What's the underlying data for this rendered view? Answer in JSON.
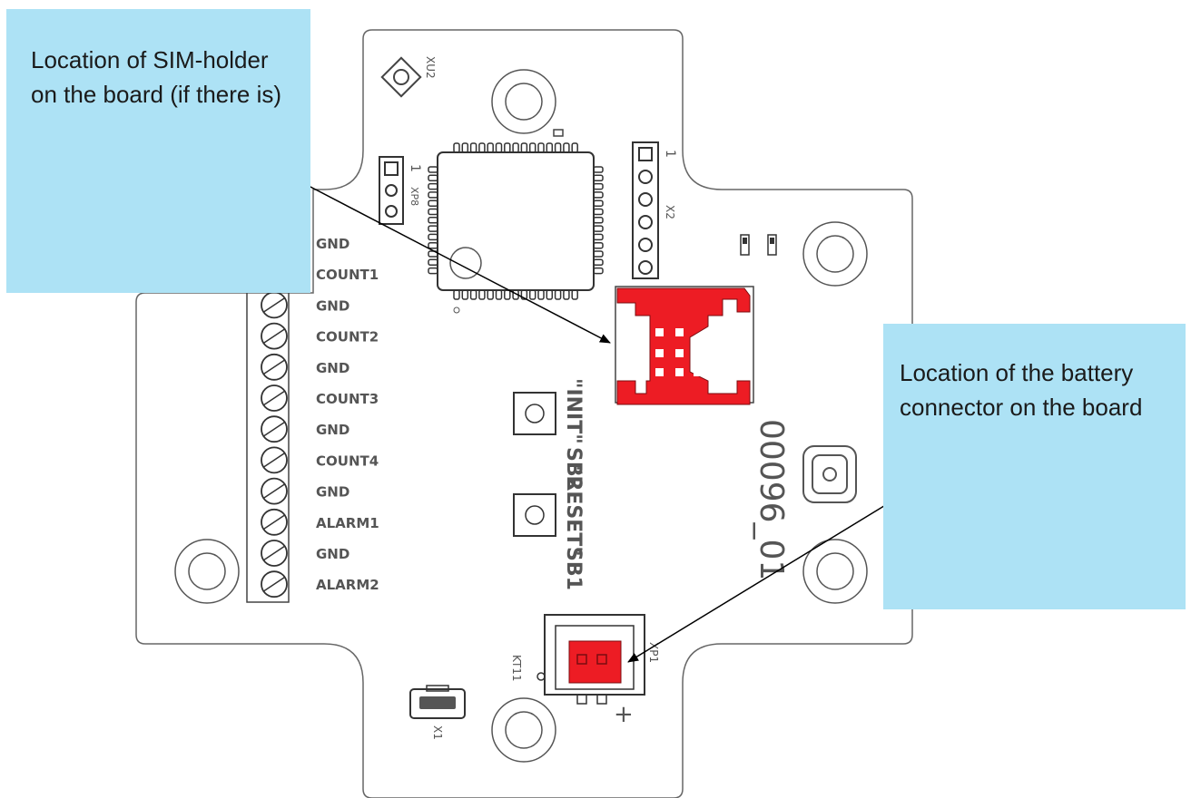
{
  "callouts": {
    "sim_holder": "Location of SIM-holder on the board (if there is)",
    "battery_connector": "Location of the battery connector on the board"
  },
  "terminal_labels": [
    "GND",
    "COUNT1",
    "GND",
    "COUNT2",
    "GND",
    "COUNT3",
    "GND",
    "COUNT4",
    "GND",
    "ALARM1",
    "GND",
    "ALARM2"
  ],
  "designators": {
    "xu2": "XU2",
    "xp8": "XP8",
    "xp8_pin1": "1",
    "x2": "X2",
    "x2_pin1": "1",
    "init": "\"INIT\"",
    "sb2": "SB2",
    "reset": "\"RESET\"",
    "sb1": "SB1",
    "xp1": "XP1",
    "kt": "KT11",
    "x1": "X1",
    "plus": "+",
    "board_number": "00096_01"
  },
  "colors": {
    "callout_fill": "#ade2f5",
    "highlight_red": "#ed1c24",
    "outline": "#555555"
  }
}
